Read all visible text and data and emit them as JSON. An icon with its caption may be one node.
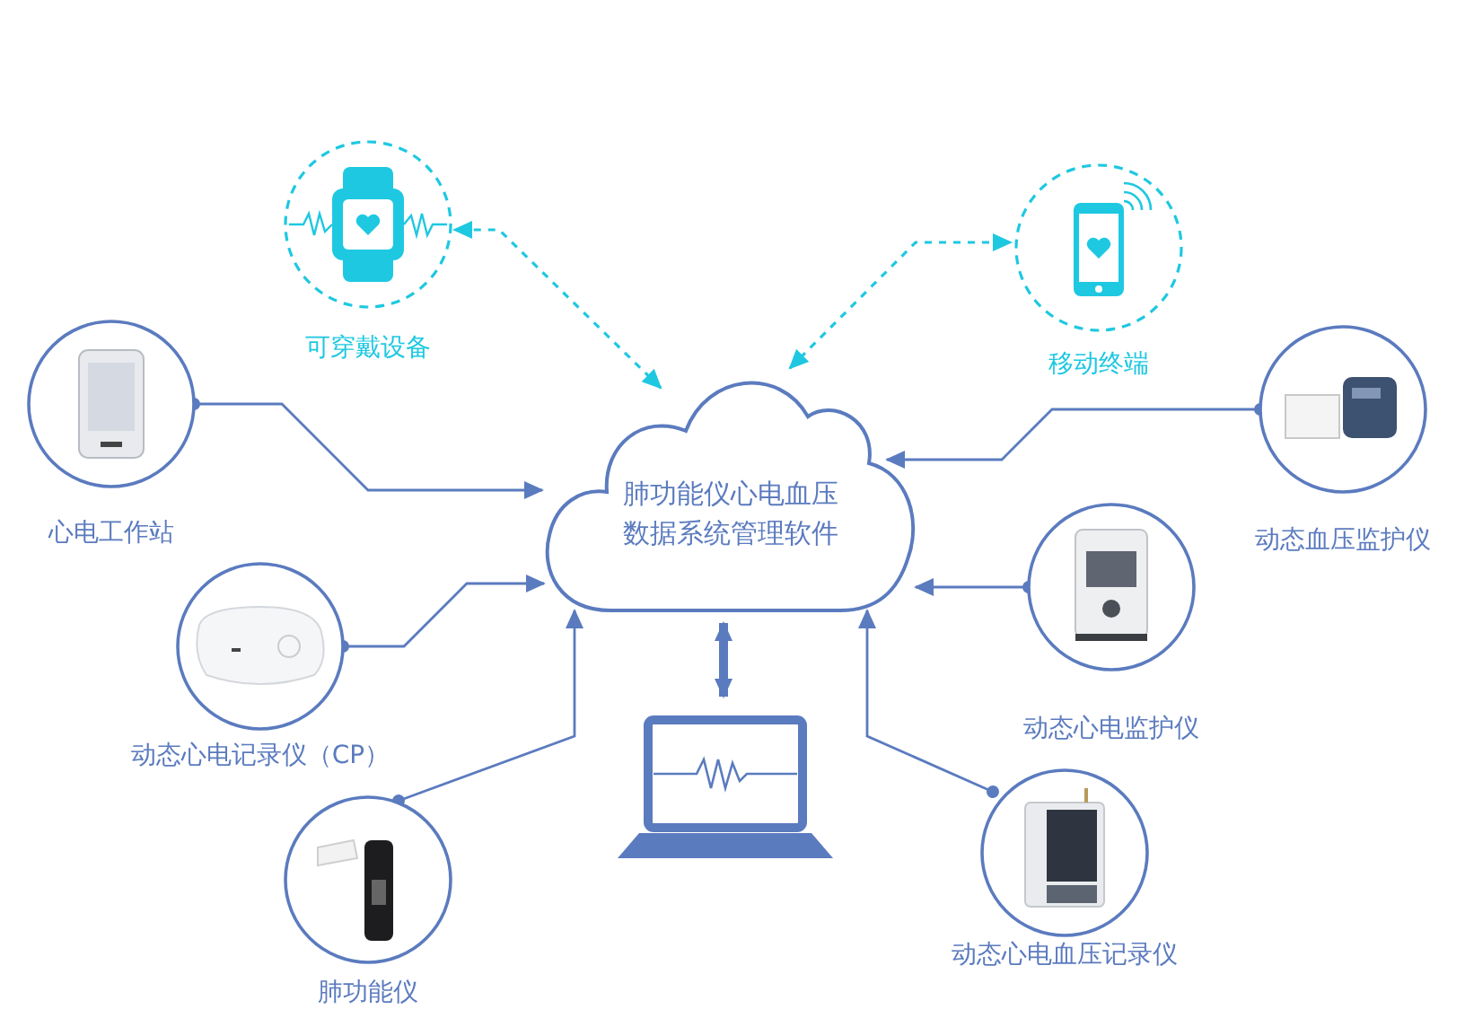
{
  "diagram": {
    "nodes": [
      {
        "text": [
          "肺功能仪心电血压数据系统管理软件"
        ]
      },
      {
        "text": [
          "可穿戴设备"
        ]
      },
      {
        "text": [
          "移动终端"
        ]
      },
      {
        "text": [
          "心电工作站"
        ]
      },
      {
        "text": [
          "动态血压监护仪"
        ]
      },
      {
        "text": [
          "动态心电记录仪（CP）"
        ]
      },
      {
        "text": [
          "动态心电监护仪"
        ]
      },
      {
        "text": [
          "肺功能仪"
        ]
      },
      {
        "text": [
          "动态心电血压记录仪"
        ]
      },
      {
        "text": [],
        "shape": "picture"
      }
    ],
    "edges": [
      {
        "from": 0,
        "to": 1,
        "arrow": "both",
        "style": "dashed",
        "color": "#1ec8e1"
      },
      {
        "from": 0,
        "to": 2,
        "arrow": "both",
        "style": "dashed",
        "color": "#1ec8e1"
      },
      {
        "from": 3,
        "to": 0,
        "arrow": "to"
      },
      {
        "from": 4,
        "to": 0,
        "arrow": "to"
      },
      {
        "from": 5,
        "to": 0,
        "arrow": "to"
      },
      {
        "from": 6,
        "to": 0,
        "arrow": "to"
      },
      {
        "from": 7,
        "to": 0,
        "arrow": "to"
      },
      {
        "from": 8,
        "to": 0,
        "arrow": "to"
      },
      {
        "from": 0,
        "to": 9,
        "arrow": "both",
        "style": "thick"
      }
    ]
  }
}
